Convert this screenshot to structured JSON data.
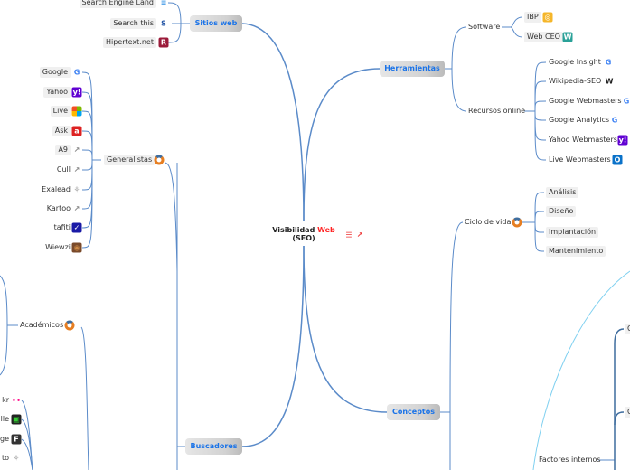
{
  "root": {
    "title_part1": "Visibilidad",
    "title_accent": "Web",
    "title_part2": "(SEO)",
    "accent_color": "#ff2222",
    "icons": [
      "list-icon",
      "external-link-icon"
    ]
  },
  "branches": {
    "sitios_web": {
      "label": "Sitios web",
      "items": [
        {
          "label": "Search Engine Land",
          "icon": "search-engine-land-icon"
        },
        {
          "label": "Search this",
          "icon": "s-logo-icon"
        },
        {
          "label": "Hipertext.net",
          "icon": "hipertext-r-icon"
        }
      ]
    },
    "buscadores": {
      "label": "Buscadores",
      "generalistas": {
        "label": "Generalistas",
        "items": [
          {
            "label": "Google",
            "icon": "google-icon"
          },
          {
            "label": "Yahoo",
            "icon": "yahoo-icon"
          },
          {
            "label": "Live",
            "icon": "microsoft-icon"
          },
          {
            "label": "Ask",
            "icon": "ask-icon"
          },
          {
            "label": "A9",
            "icon": "external-link-icon"
          },
          {
            "label": "Cull",
            "icon": "external-link-icon"
          },
          {
            "label": "Exalead",
            "icon": "exalead-icon"
          },
          {
            "label": "Kartoo",
            "icon": "external-link-icon"
          },
          {
            "label": "tafiti",
            "icon": "tafiti-icon"
          },
          {
            "label": "Wiewzi",
            "icon": "wiewzi-icon"
          }
        ]
      },
      "academicos": {
        "label": "Académicos"
      },
      "others": [
        {
          "label": "kr",
          "icon": "flickr-icon"
        },
        {
          "label": "lle",
          "icon": "green-image-icon"
        },
        {
          "label": "ge",
          "icon": "f-logo-icon"
        },
        {
          "label": "to",
          "icon": "exalead-icon"
        }
      ]
    },
    "herramientas": {
      "label": "Herramientas",
      "software": {
        "label": "Software",
        "items": [
          {
            "label": "IBP",
            "icon": "ibp-icon"
          },
          {
            "label": "Web CEO",
            "icon": "webceo-icon"
          }
        ]
      },
      "recursos": {
        "label": "Recursos online",
        "items": [
          {
            "label": "Google Insight",
            "icon": "google-icon"
          },
          {
            "label": "Wikipedia-SEO",
            "icon": "wikipedia-icon"
          },
          {
            "label": "Google Webmasters",
            "icon": "google-icon"
          },
          {
            "label": "Google Analytics",
            "icon": "google-icon"
          },
          {
            "label": "Yahoo Webmasters",
            "icon": "yahoo-icon"
          },
          {
            "label": "Live Webmasters",
            "icon": "outlook-icon"
          }
        ]
      }
    },
    "conceptos": {
      "label": "Conceptos",
      "ciclo": {
        "label": "Ciclo de vida",
        "items": [
          "Análisis",
          "Diseño",
          "Implantación",
          "Mantenimiento"
        ]
      },
      "factores": {
        "label": "Factores internos",
        "children": [
          "C",
          "C"
        ]
      }
    }
  },
  "colors": {
    "branch_text": "#1a73e8",
    "line": "#5b8bc9",
    "light_line": "#7fd0f0"
  }
}
